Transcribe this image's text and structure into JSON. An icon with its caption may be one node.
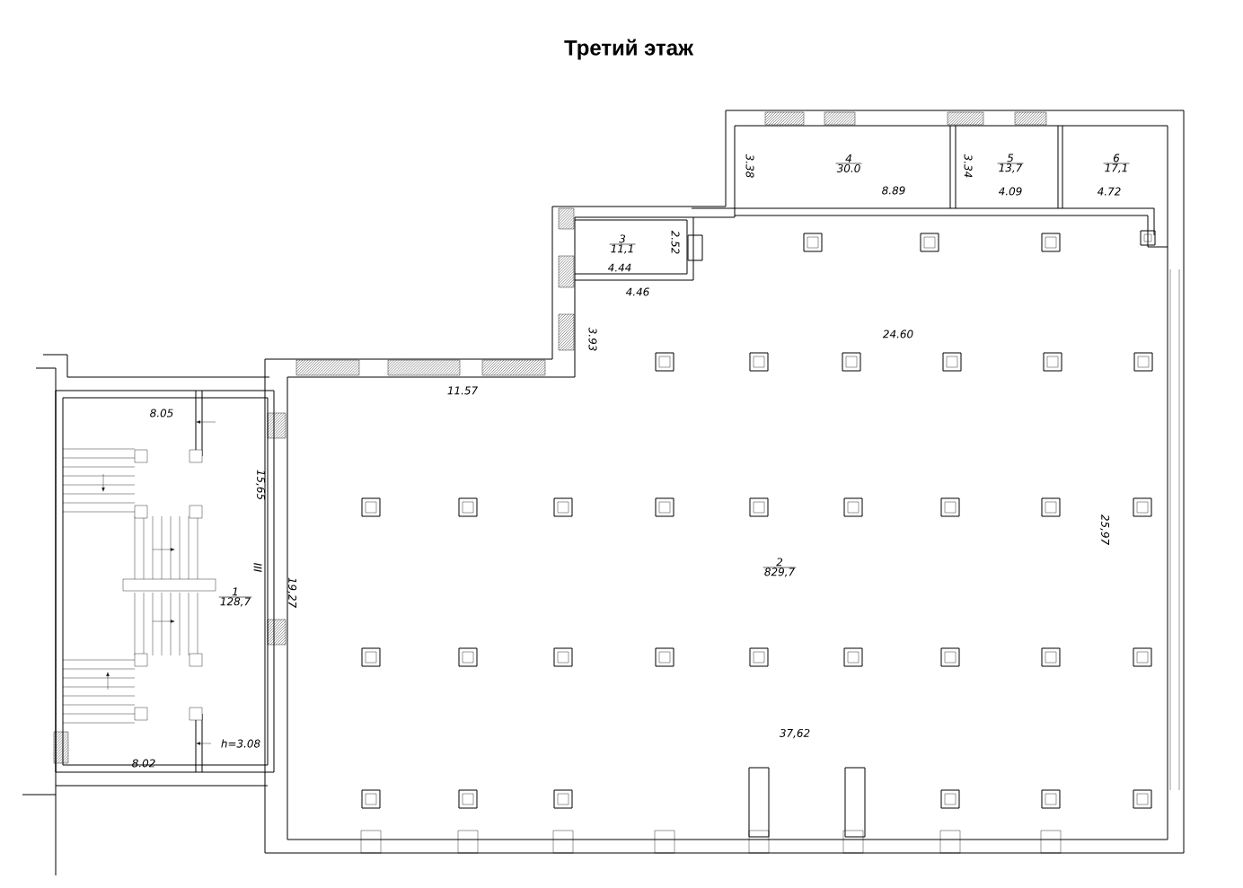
{
  "diagram": {
    "title": "Третий этаж",
    "nodes": [
      {
        "text": [
          "1",
          "128,7"
        ]
      },
      {
        "text": [
          "2",
          "829,7"
        ]
      },
      {
        "text": [
          "3",
          "11,1"
        ]
      },
      {
        "text": [
          "4",
          "30.0"
        ]
      },
      {
        "text": [
          "5",
          "13,7"
        ]
      },
      {
        "text": [
          "6",
          "17,1"
        ]
      }
    ],
    "labels": [
      "3.38",
      "8.89",
      "3.34",
      "4.09",
      "4.72",
      "2.52",
      "4.44",
      "4.46",
      "3.93",
      "24.60",
      "11.57",
      "8.05",
      "15,65",
      "III",
      "19,27",
      "25,97",
      "37,62",
      "h=3.08",
      "8.02"
    ]
  }
}
